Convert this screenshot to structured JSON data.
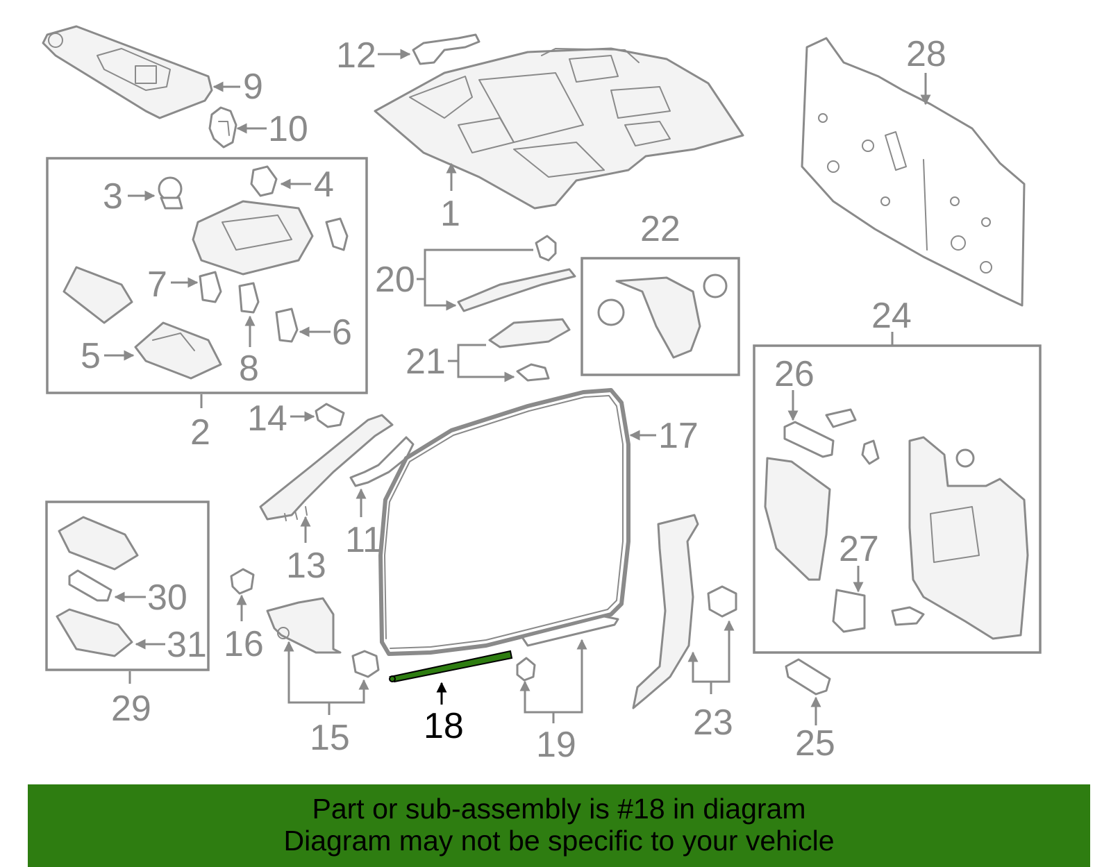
{
  "diagram": {
    "highlighted_part": "18",
    "highlight_color": "#2e7d11",
    "line_color": "#8a8a8a",
    "callouts": {
      "n1": "1",
      "n2": "2",
      "n3": "3",
      "n4": "4",
      "n5": "5",
      "n6": "6",
      "n7": "7",
      "n8": "8",
      "n9": "9",
      "n10": "10",
      "n11": "11",
      "n12": "12",
      "n13": "13",
      "n14": "14",
      "n15": "15",
      "n16": "16",
      "n17": "17",
      "n18": "18",
      "n19": "19",
      "n20": "20",
      "n21": "21",
      "n22": "22",
      "n23": "23",
      "n24": "24",
      "n25": "25",
      "n26": "26",
      "n27": "27",
      "n28": "28",
      "n29": "29",
      "n30": "30",
      "n31": "31"
    }
  },
  "banner": {
    "line1": "Part or sub-assembly is #18 in diagram",
    "line2": "Diagram may not be specific to your vehicle",
    "background": "#2e7d11"
  }
}
